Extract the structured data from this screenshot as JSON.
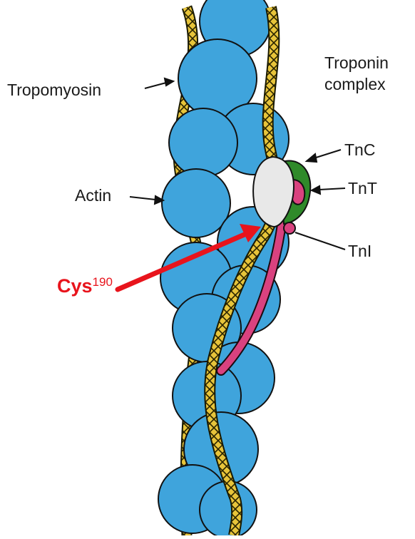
{
  "labels": {
    "tropomyosin": "Tropomyosin",
    "troponin_line1": "Troponin",
    "troponin_line2": "complex",
    "actin": "Actin",
    "tnc": "TnC",
    "tnt": "TnT",
    "tni": "TnI",
    "cys": "Cys",
    "cys_number": "190"
  },
  "colors": {
    "actin_fill": "#3fa4dc",
    "actin_stroke": "#111111",
    "tropomyosin_fill": "#e7c43a",
    "tni_fill": "#d9427f",
    "tnc_fill": "#e8e8e8",
    "tnt_fill": "#2f8a2a",
    "arrow": "#e8141c"
  }
}
